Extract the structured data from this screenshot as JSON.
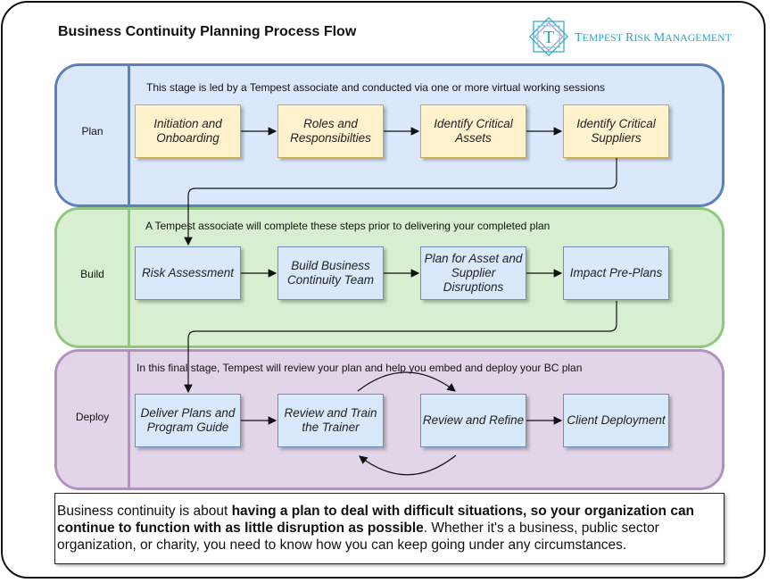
{
  "title": "Business Continuity Planning Process Flow",
  "brand": {
    "logo_letter": "T",
    "name_initial_1": "T",
    "name_rest_1": "EMPEST ",
    "name_initial_2": "R",
    "name_rest_2": "ISK ",
    "name_initial_3": "M",
    "name_rest_3": "ANAGEMENT",
    "color": "#2aa6c6"
  },
  "lanes": [
    {
      "name": "Plan",
      "note": "This stage is led by a Tempest associate and conducted via one or more virtual working sessions",
      "steps": [
        "Initiation and Onboarding",
        "Roles and Responsibilties",
        "Identify Critical Assets",
        "Identify Critical Suppliers"
      ]
    },
    {
      "name": "Build",
      "note": "A Tempest associate will complete these steps prior to delivering your completed plan",
      "steps": [
        "Risk Assessment",
        "Build Business Continuity Team",
        "Plan for Asset and Supplier Disruptions",
        "Impact Pre-Plans"
      ]
    },
    {
      "name": "Deploy",
      "note": "In this final stage, Tempest will review your plan and help you embed and deploy your BC plan",
      "steps": [
        "Deliver Plans and Program Guide",
        "Review and Train the Trainer",
        "Review and Refine",
        "Client Deployment"
      ]
    }
  ],
  "description": {
    "part1": "Business continuity is about ",
    "bold": "having a plan to deal with difficult situations, so your organization can continue to function with as little disruption as possible",
    "part2": ". Whether it's a business, public sector organization, or charity, you need to know how you can keep going under any circumstances."
  }
}
